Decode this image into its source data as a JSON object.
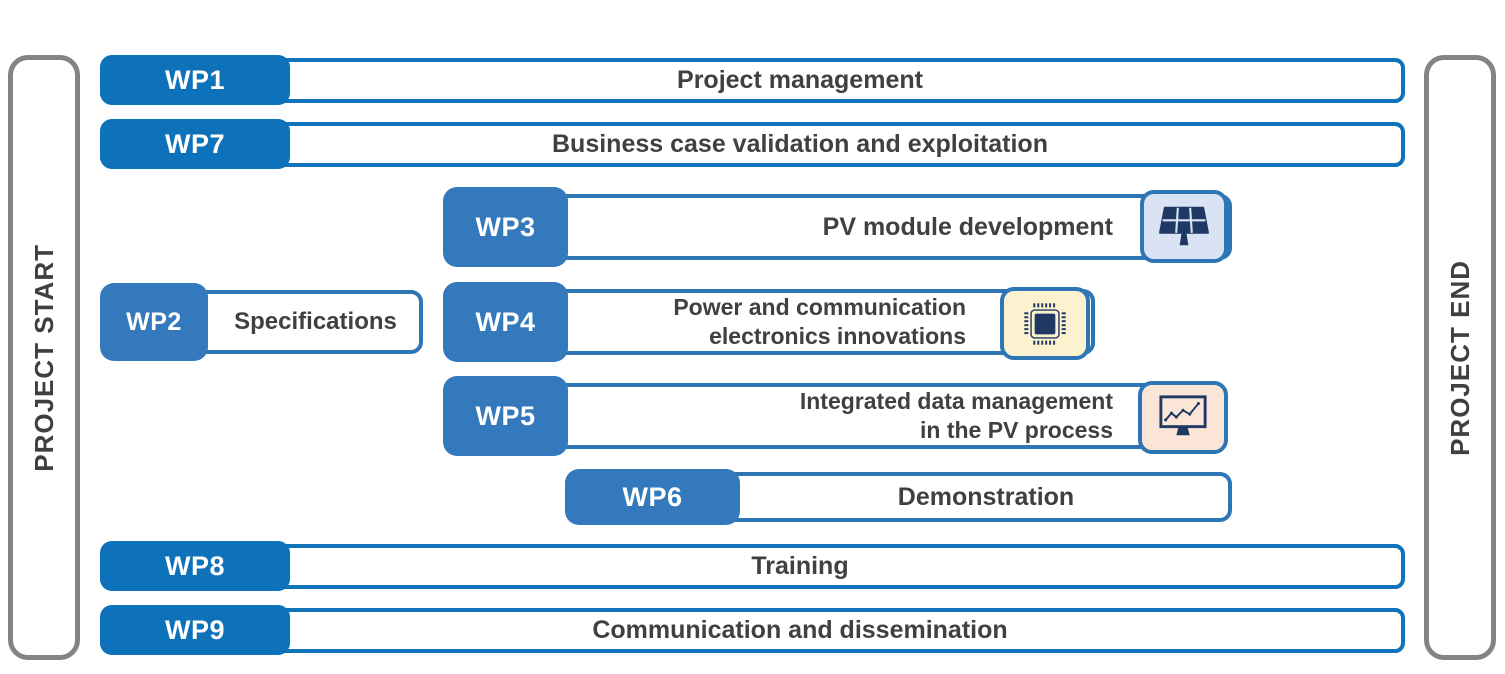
{
  "start_label": "PROJECT START",
  "end_label": "PROJECT END",
  "wp1": {
    "id": "WP1",
    "title": "Project management"
  },
  "wp7": {
    "id": "WP7",
    "title": "Business case validation and exploitation"
  },
  "wp3": {
    "id": "WP3",
    "title": "PV module development",
    "icon": "solar-panel-icon"
  },
  "wp2": {
    "id": "WP2",
    "title": "Specifications"
  },
  "wp4": {
    "id": "WP4",
    "title_line1": "Power and communication",
    "title_line2": "electronics innovations",
    "icon": "chip-icon"
  },
  "wp5": {
    "id": "WP5",
    "title_line1": "Integrated data management",
    "title_line2": "in the PV process",
    "icon": "monitor-chart-icon"
  },
  "wp6": {
    "id": "WP6",
    "title": "Demonstration"
  },
  "wp8": {
    "id": "WP8",
    "title": "Training"
  },
  "wp9": {
    "id": "WP9",
    "title": "Communication and dissemination"
  },
  "colors": {
    "tab_blue": "#0d72ba",
    "mid_tab_blue": "#3579bd",
    "bar_border_blue": "#1173ba",
    "mid_bar_border_blue": "#2e75b6",
    "icon_navy": "#1f3864",
    "icon_bg_blue": "#dae3f3",
    "icon_bg_cream": "#fdf2d0",
    "icon_bg_peach": "#fbe5d6",
    "bracket_gray": "#848484",
    "text_dark": "#404040"
  }
}
